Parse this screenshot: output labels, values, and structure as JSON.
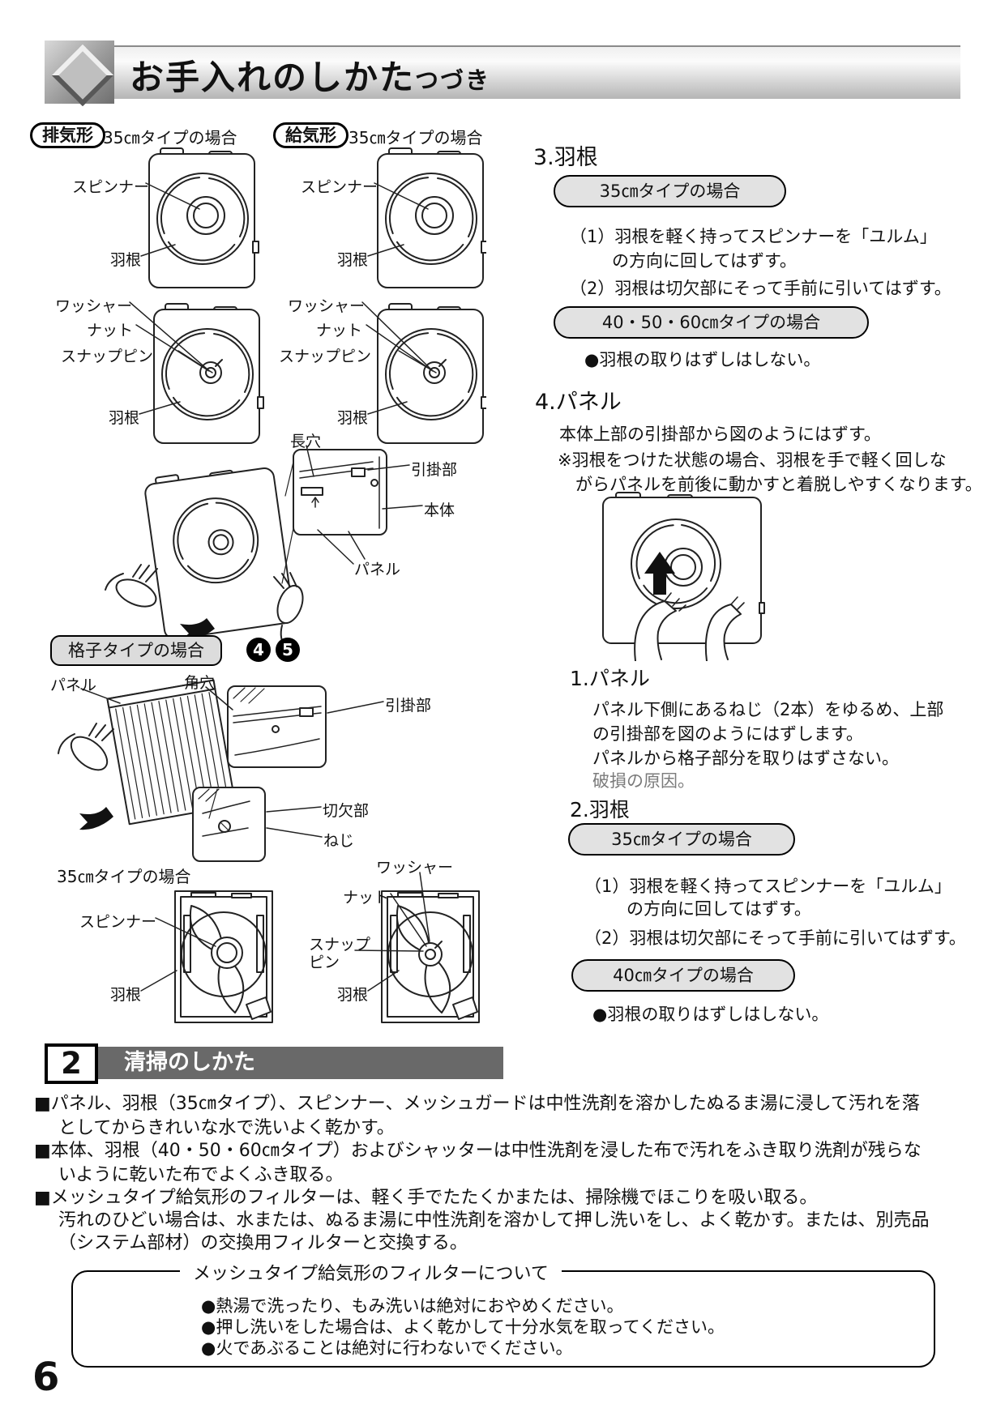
{
  "header": {
    "title": "お手入れのしかた",
    "subtitle": "つづき"
  },
  "tags": {
    "exhaust": "排気形",
    "supply": "給気形",
    "case35": "35㎝タイプの場合",
    "grid_case": "格子タイプの場合",
    "grid_step_a": "4",
    "grid_step_b": "5"
  },
  "labels": {
    "spinner": "スピンナー",
    "blade": "羽根",
    "washer": "ワッシャー",
    "nut": "ナット",
    "snap_pin": "スナップピン",
    "snap_line1": "スナップ",
    "snap_line2": "ピン",
    "long_hole": "長穴",
    "hook": "引掛部",
    "main_body": "本体",
    "panel": "パネル",
    "square_hole": "角穴",
    "notch": "切欠部",
    "screw": "ねじ"
  },
  "steps": {
    "blade3": {
      "heading": "3.羽根",
      "pill35": "35㎝タイプの場合",
      "s1a": "（1）羽根を軽く持ってスピンナーを「ユルム」",
      "s1b": "の方向に回してはずす。",
      "s2": "（2）羽根は切欠部にそって手前に引いてはずす。",
      "pill40": "40・50・60㎝タイプの場合",
      "bullet": "●羽根の取りはずしはしない。"
    },
    "panel4": {
      "heading": "4.パネル",
      "body": "本体上部の引掛部から図のようにはずす。",
      "note1": "※羽根をつけた状態の場合、羽根を手で軽く回しな",
      "note2": "がらパネルを前後に動かすと着脱しやすくなります。"
    },
    "panel1": {
      "heading": "1.パネル",
      "b1": "パネル下側にあるねじ（2本）をゆるめ、上部",
      "b2": "の引掛部を図のようにはずします。",
      "b3": "パネルから格子部分を取りはずさない。",
      "note": "破損の原因。"
    },
    "blade2": {
      "heading": "2.羽根",
      "pill35": "35㎝タイプの場合",
      "s1a": "（1）羽根を軽く持ってスピンナーを「ユルム」",
      "s1b": "の方向に回してはずす。",
      "s2": "（2）羽根は切欠部にそって手前に引いてはずす。",
      "pill40": "40㎝タイプの場合",
      "bullet": "●羽根の取りはずしはしない。"
    }
  },
  "cleaning": {
    "number": "2",
    "title": "清掃のしかた",
    "lines": [
      "■パネル、羽根（35㎝タイプ）、スピンナー、メッシュガードは中性洗剤を溶かしたぬるま湯に浸して汚れを落",
      "としてからきれいな水で洗いよく乾かす。",
      "■本体、羽根（40・50・60㎝タイプ）およびシャッターは中性洗剤を浸した布で汚れをふき取り洗剤が残らな",
      "いように乾いた布でよくふき取る。",
      "■メッシュタイプ給気形のフィルターは、軽く手でたたくかまたは、掃除機でほこりを吸い取る。",
      "汚れのひどい場合は、水または、ぬるま湯に中性洗剤を溶かして押し洗いをし、よく乾かす。または、別売品",
      "（システム部材）の交換用フィルターと交換する。"
    ]
  },
  "filter_box": {
    "title": "メッシュタイプ給気形のフィルターについて",
    "bullets": [
      "●熱湯で洗ったり、もみ洗いは絶対におやめください。",
      "●押し洗いをした場合は、よく乾かして十分水気を取ってください。",
      "●火であぶることは絶対に行わないでください。"
    ]
  },
  "page_number": "6"
}
